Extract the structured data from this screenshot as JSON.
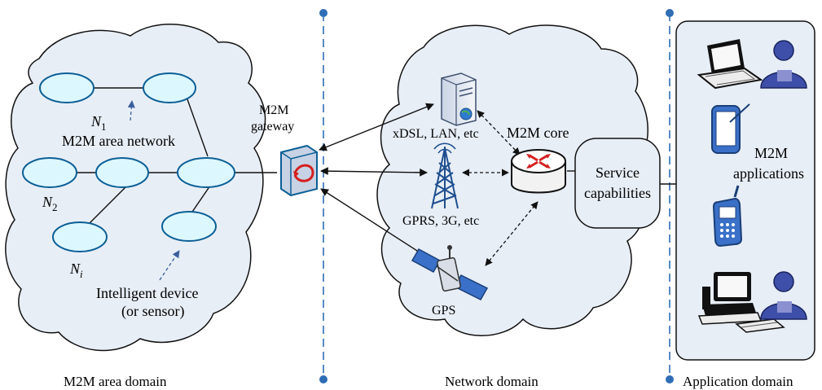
{
  "domains": {
    "area": "M2M area domain",
    "network": "Network domain",
    "application": "Application domain"
  },
  "area": {
    "n1_base": "N",
    "n1_sub": "1",
    "n2_base": "N",
    "n2_sub": "2",
    "ni_base": "N",
    "ni_sub": "i",
    "area_network_label": "M2M area network",
    "device_label_line1": "Intelligent device",
    "device_label_line2": "(or sensor)"
  },
  "gateway": {
    "line1": "M2M",
    "line2": "gateway"
  },
  "network": {
    "server_label": "xDSL, LAN, etc",
    "core_label": "M2M core",
    "tower_label": "GPRS, 3G, etc",
    "gps_label": "GPS"
  },
  "service": {
    "line1": "Service",
    "line2": "capabilities"
  },
  "applications": {
    "line1": "M2M",
    "line2": "applications"
  },
  "icons": [
    "laptop-icon",
    "user-icon",
    "tablet-icon",
    "mobile-phone-icon",
    "desktop-computer-icon",
    "server-icon",
    "router-icon",
    "cell-tower-icon",
    "satellite-icon",
    "gateway-icon"
  ],
  "colors": {
    "cloud_fill": "#e8eef6",
    "node_fill": "#ddf7ff",
    "node_stroke": "#0b5f96",
    "separator": "#2f6db5",
    "device_blue": "#3a70c8"
  }
}
